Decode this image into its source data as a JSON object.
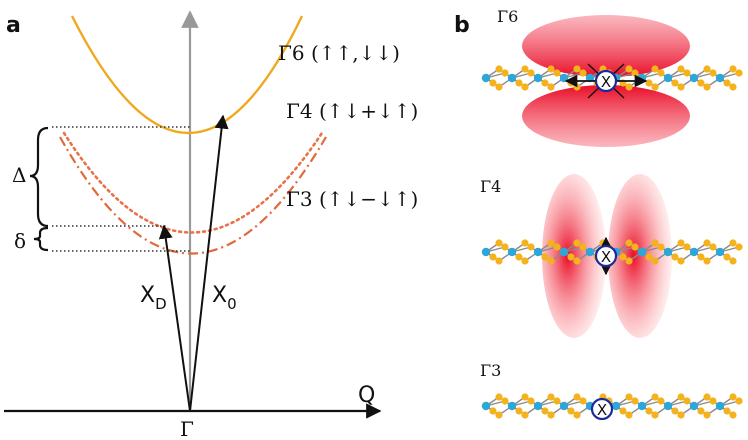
{
  "panels": {
    "a": "a",
    "b": "b"
  },
  "axis": {
    "q_label": "Q",
    "gamma_label": "Γ"
  },
  "bands": {
    "g6": {
      "label": "Γ6 (↑↑,↓↓)",
      "color": "#f0a81e"
    },
    "g4": {
      "label": "Γ4 (↑↓+↓↑)",
      "color": "#e8724a"
    },
    "g3": {
      "label": "Γ3 (↑↓−↓↑)",
      "color": "#e06a3c"
    }
  },
  "gaps": {
    "delta_big": "Δ",
    "delta_small": "δ"
  },
  "transitions": {
    "xd": {
      "base": "X",
      "sub": "D"
    },
    "x0": {
      "base": "X",
      "sub": "0"
    }
  },
  "right_panels": [
    {
      "label": "Γ6",
      "emission": "in-plane"
    },
    {
      "label": "Γ4",
      "emission": "out-of-plane"
    },
    {
      "label": "Γ3",
      "emission": "dark"
    }
  ],
  "exciton_symbol": "X",
  "colors": {
    "metal": "#2fa6d8",
    "chalcogen": "#f4b21c",
    "glow": "#e8001c",
    "exciton": "#1a2a9c"
  }
}
